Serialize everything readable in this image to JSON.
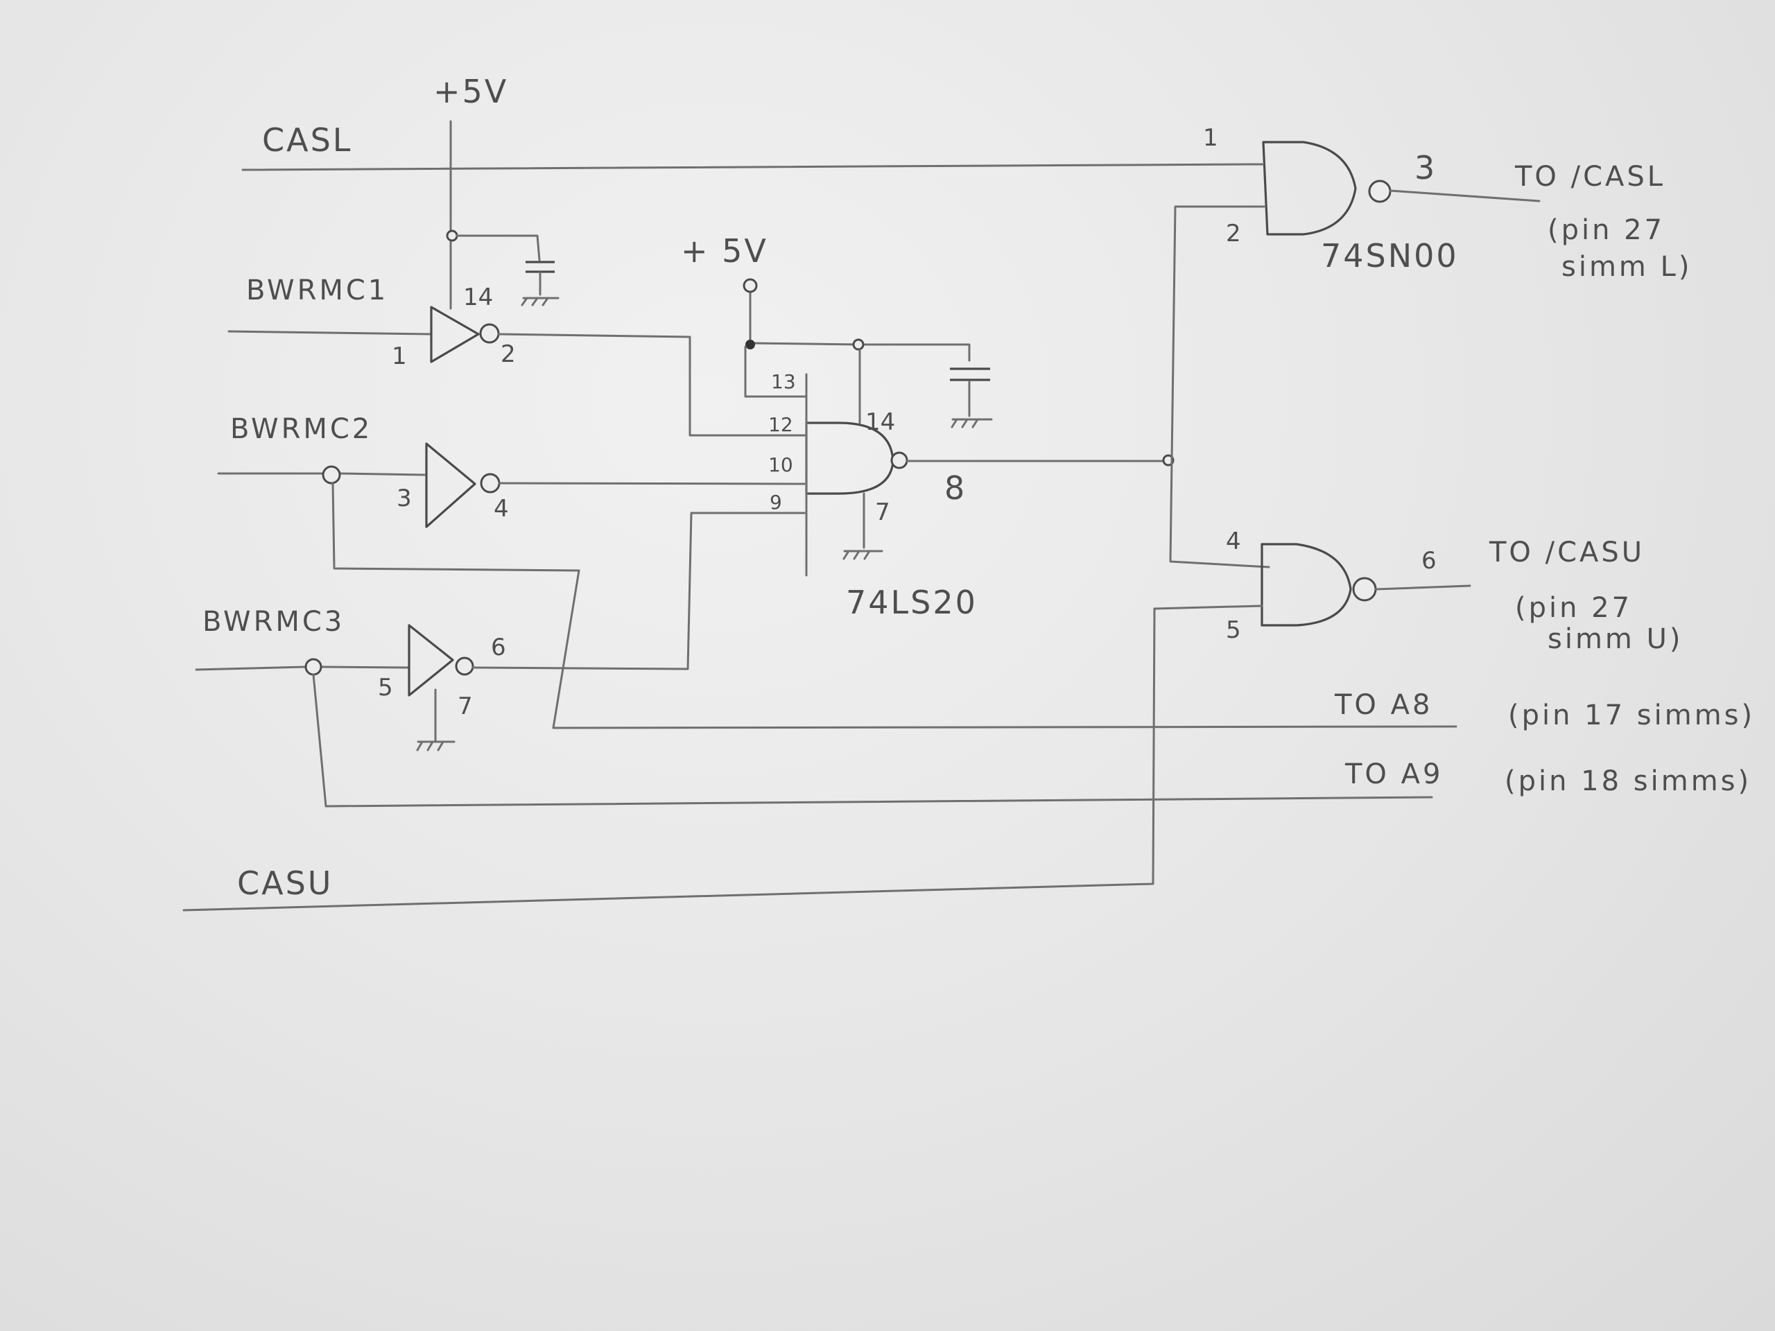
{
  "supply": {
    "vcc_left": "+5V",
    "vcc_right": "+ 5V"
  },
  "buses": {
    "casl": "CASL",
    "casu": "CASU"
  },
  "inputs": {
    "bw1": "BWRMC1",
    "bw2": "BWRMC2",
    "bw3": "BWRMC3"
  },
  "chips": {
    "nand2": "74SN00",
    "nand4": "74LS20"
  },
  "pins": {
    "inv1_in": "1",
    "inv1_out": "2",
    "inv1_vcc": "14",
    "inv2_in": "3",
    "inv2_out": "4",
    "inv3_in": "5",
    "inv3_out": "6",
    "inv3_gnd": "7",
    "ls20_13": "13",
    "ls20_12": "12",
    "ls20_10": "10",
    "ls20_9": "9",
    "ls20_14": "14",
    "ls20_7": "7",
    "ls20_8": "8",
    "n1_a": "1",
    "n1_b": "2",
    "n1_out": "3",
    "n2_a": "4",
    "n2_b": "5",
    "n2_out": "6"
  },
  "outputs": {
    "casl_to": "TO /CASL",
    "casl_note1": "(pin 27",
    "casl_note2": "simm L)",
    "casu_to": "TO /CASU",
    "casu_note1": "(pin 27",
    "casu_note2": "simm U)",
    "a8_to": "TO A8",
    "a8_note": "(pin 17 simms)",
    "a9_to": "TO A9",
    "a9_note": "(pin 18 simms)"
  }
}
